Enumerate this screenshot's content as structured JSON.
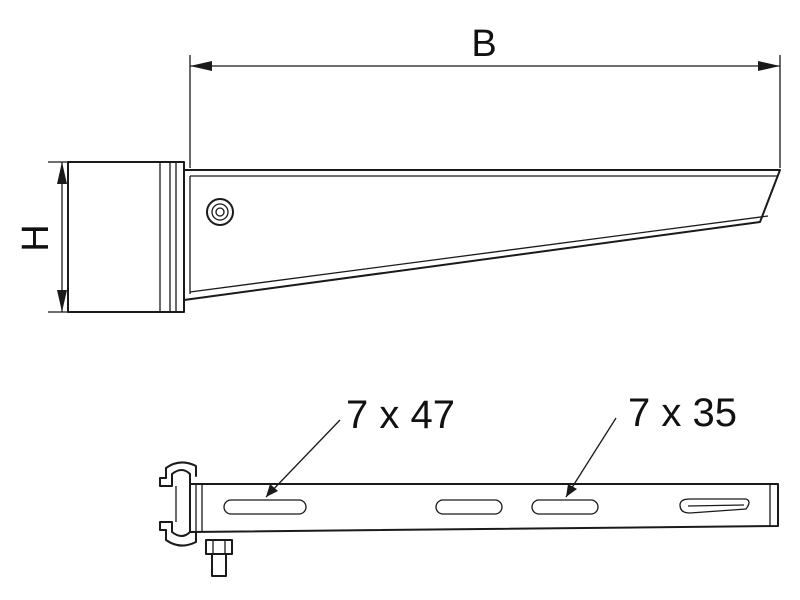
{
  "dimensions": {
    "width_label": "B",
    "height_label": "H"
  },
  "slots": {
    "slot_a_label": "7 x 47",
    "slot_b_label": "7 x 35"
  }
}
